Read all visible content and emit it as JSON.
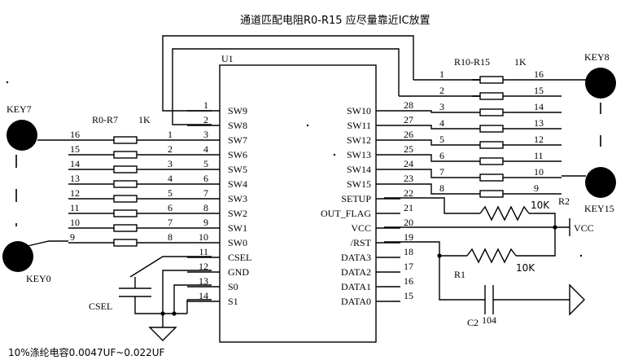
{
  "title": "通道匹配电阻R0-R15 应尽量靠近IC放置",
  "chip": {
    "name": "U1",
    "left_pins": [
      {
        "num": "1",
        "name": "SW9"
      },
      {
        "num": "2",
        "name": "SW8"
      },
      {
        "num": "3",
        "name": "SW7"
      },
      {
        "num": "4",
        "name": "SW6"
      },
      {
        "num": "5",
        "name": "SW5"
      },
      {
        "num": "6",
        "name": "SW4"
      },
      {
        "num": "7",
        "name": "SW3"
      },
      {
        "num": "8",
        "name": "SW2"
      },
      {
        "num": "9",
        "name": "SW1"
      },
      {
        "num": "10",
        "name": "SW0"
      },
      {
        "num": "11",
        "name": "CSEL"
      },
      {
        "num": "12",
        "name": "GND"
      },
      {
        "num": "13",
        "name": "S0"
      },
      {
        "num": "14",
        "name": "S1"
      }
    ],
    "right_pins": [
      {
        "num": "28",
        "name": "SW10"
      },
      {
        "num": "27",
        "name": "SW11"
      },
      {
        "num": "26",
        "name": "SW12"
      },
      {
        "num": "25",
        "name": "SW13"
      },
      {
        "num": "24",
        "name": "SW14"
      },
      {
        "num": "23",
        "name": "SW15"
      },
      {
        "num": "22",
        "name": "SETUP"
      },
      {
        "num": "21",
        "name": "OUT_FLAG"
      },
      {
        "num": "20",
        "name": "VCC"
      },
      {
        "num": "19",
        "name": "/RST"
      },
      {
        "num": "18",
        "name": "DATA3"
      },
      {
        "num": "17",
        "name": "DATA2"
      },
      {
        "num": "16",
        "name": "DATA1"
      },
      {
        "num": "15",
        "name": "DATA0"
      }
    ]
  },
  "left_array": {
    "label": "R0-R7",
    "value": "1K",
    "outer": [
      "16",
      "15",
      "14",
      "13",
      "12",
      "11",
      "10",
      "9"
    ],
    "inner": [
      "1",
      "2",
      "3",
      "4",
      "5",
      "6",
      "7",
      "8"
    ]
  },
  "right_array": {
    "label": "R10-R15",
    "value": "1K",
    "inner": [
      "1",
      "2",
      "3",
      "4",
      "5",
      "6",
      "7",
      "8"
    ],
    "outer": [
      "16",
      "15",
      "14",
      "13",
      "12",
      "11",
      "10",
      "9"
    ]
  },
  "keys": {
    "key7": "KEY7",
    "key0": "KEY0",
    "key8": "KEY8",
    "key15": "KEY15"
  },
  "components": {
    "r2_label": "R2",
    "r2_value": "10K",
    "r1_label": "R1",
    "r1_value": "10K",
    "c2_label": "C2",
    "c2_value": "104",
    "csel_label": "CSEL",
    "vcc_label": "VCC"
  },
  "footnote": "10%涤纶电容0.0047UF~0.022UF"
}
